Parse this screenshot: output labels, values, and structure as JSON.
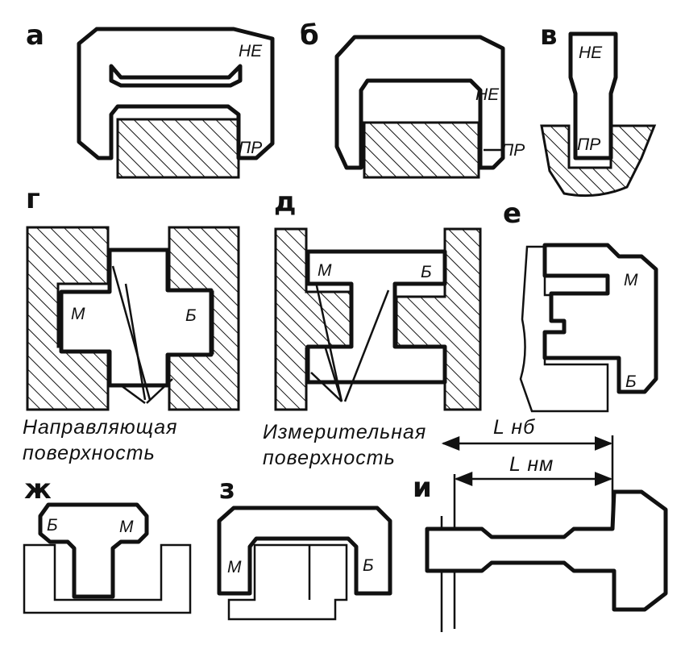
{
  "sections": {
    "a": "а",
    "b": "б",
    "v": "в",
    "g": "г",
    "d": "д",
    "e": "е",
    "zh": "ж",
    "z": "з",
    "i": "и"
  },
  "marks": {
    "ne": "НЕ",
    "pr": "ПР",
    "m": "М",
    "b": "Б"
  },
  "dimensions": {
    "l_nb": "L нб",
    "l_nm": "L нм"
  },
  "captions": {
    "guide_line1": "Направляющая",
    "guide_line2": "поверхность",
    "measure_line1": "Измерительная",
    "measure_line2": "поверхность"
  }
}
